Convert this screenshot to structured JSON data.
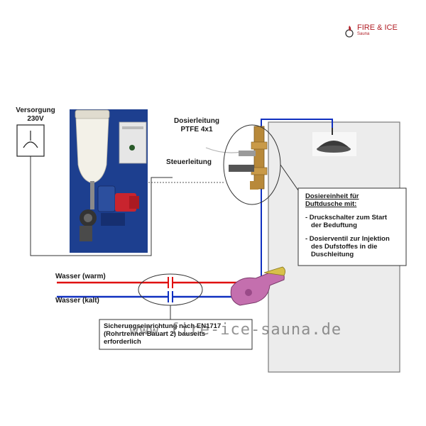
{
  "brand": {
    "name": "FIRE & ICE",
    "sub": "Sauna",
    "accent_color": "#b01c24"
  },
  "labels": {
    "versorgung_line1": "Versorgung",
    "versorgung_line2": "230V",
    "dosierleitung_line1": "Dosierleitung",
    "dosierleitung_line2": "PTFE 4x1",
    "steuerleitung": "Steuerleitung",
    "wasser_warm": "Wasser (warm)",
    "wasser_kalt": "Wasser (kalt)"
  },
  "info_box": {
    "title_line1": "Dosiereinheit für",
    "title_line2": "Duftdusche mit:",
    "item1_line1": "- Druckschalter zum Start",
    "item1_line2": "der Beduftung",
    "item2_line1": "- Dosierventil zur Injektion",
    "item2_line2": "des Dufstoffes in die",
    "item2_line3": "Duschleitung"
  },
  "note_box": {
    "line1": "Sicherungseinrichtung nach EN1717",
    "line2": "(Rohrtrenner Bauart 2) bauseits",
    "line3": "erforderlich"
  },
  "watermark": "www.fire-ice-sauna.de",
  "colors": {
    "warm_line": "#e01010",
    "cold_line": "#1030c0",
    "panel_blue": "#1d3f8f",
    "wall_gray": "#e8e8e8"
  }
}
